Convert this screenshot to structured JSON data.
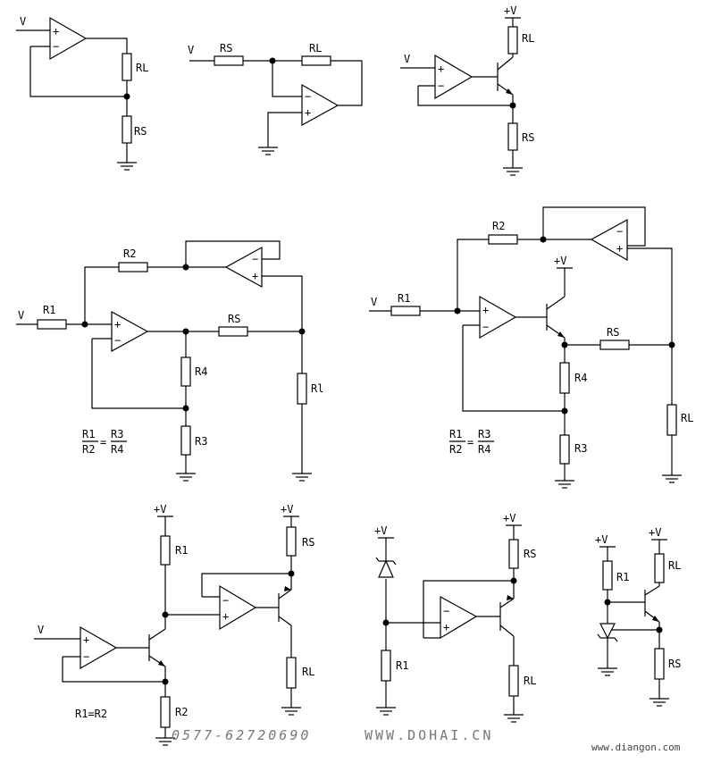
{
  "labels": {
    "v": "V",
    "rs": "RS",
    "rl": "RL",
    "rl_alt": "Rl",
    "r1": "R1",
    "r2": "R2",
    "r3": "R3",
    "r4": "R4",
    "plus_v": "+V",
    "plus": "+",
    "minus": "−"
  },
  "formulas": {
    "ratio_num_left": "R1",
    "ratio_den_left": "R2",
    "ratio_num_right": "R3",
    "ratio_den_right": "R4",
    "equals": "=",
    "equal_resistors": "R1=R2"
  },
  "watermarks": {
    "phone": "0577-62720690",
    "website": "WWW.DOHAI.CN",
    "site_credit": "www.diangon.com"
  }
}
